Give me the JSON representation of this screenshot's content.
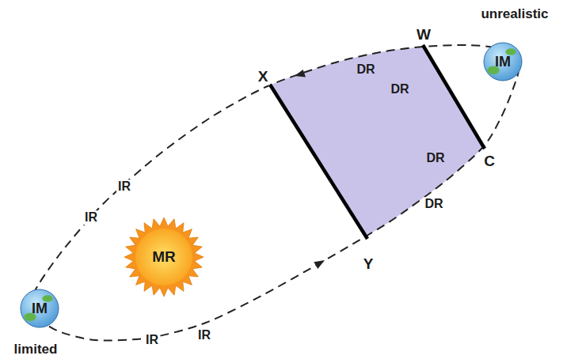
{
  "diagram": {
    "nodes": [
      {
        "text": [
          "unrealistic",
          "IM"
        ]
      },
      {
        "text": [
          "MR"
        ]
      },
      {
        "text": [
          "IM",
          "limited"
        ]
      }
    ],
    "labels": [
      "W",
      "DR",
      "X",
      "DR",
      "DR",
      "C",
      "IR",
      "DR",
      "IR",
      "Y",
      "IR",
      "IR"
    ]
  }
}
